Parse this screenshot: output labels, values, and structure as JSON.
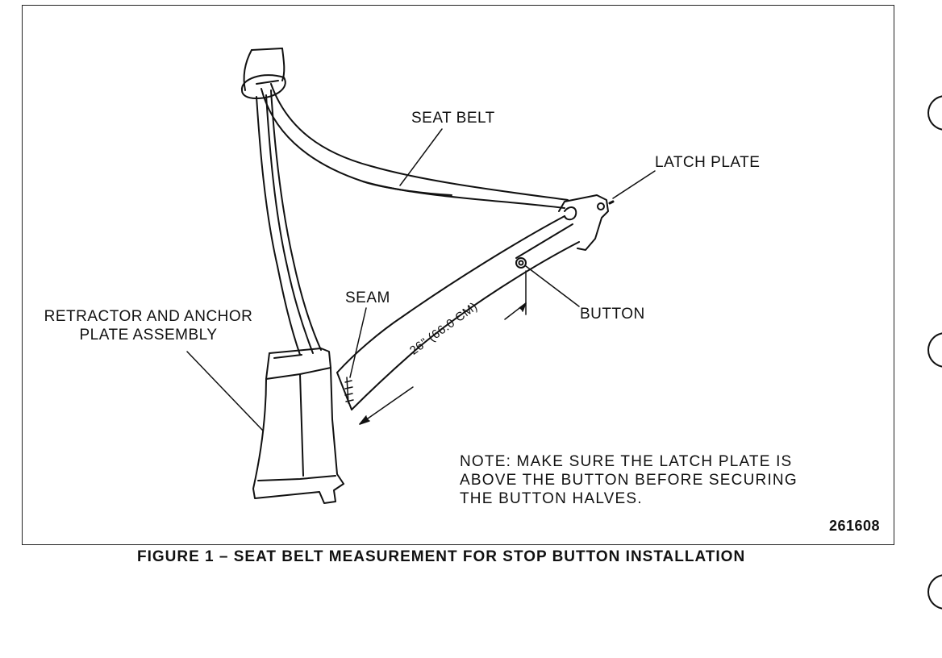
{
  "labels": {
    "seat_belt": "SEAT BELT",
    "latch_plate": "LATCH PLATE",
    "seam": "SEAM",
    "button": "BUTTON",
    "retractor_line1": "RETRACTOR AND ANCHOR",
    "retractor_line2": "PLATE ASSEMBLY",
    "measurement": "26\" (66.0 CM)"
  },
  "note": {
    "line1": "NOTE: MAKE SURE THE LATCH PLATE IS",
    "line2": "ABOVE THE BUTTON BEFORE SECURING",
    "line3": "THE BUTTON HALVES."
  },
  "figure_id": "261608",
  "caption": "FIGURE 1 – SEAT BELT MEASUREMENT FOR STOP BUTTON INSTALLATION"
}
